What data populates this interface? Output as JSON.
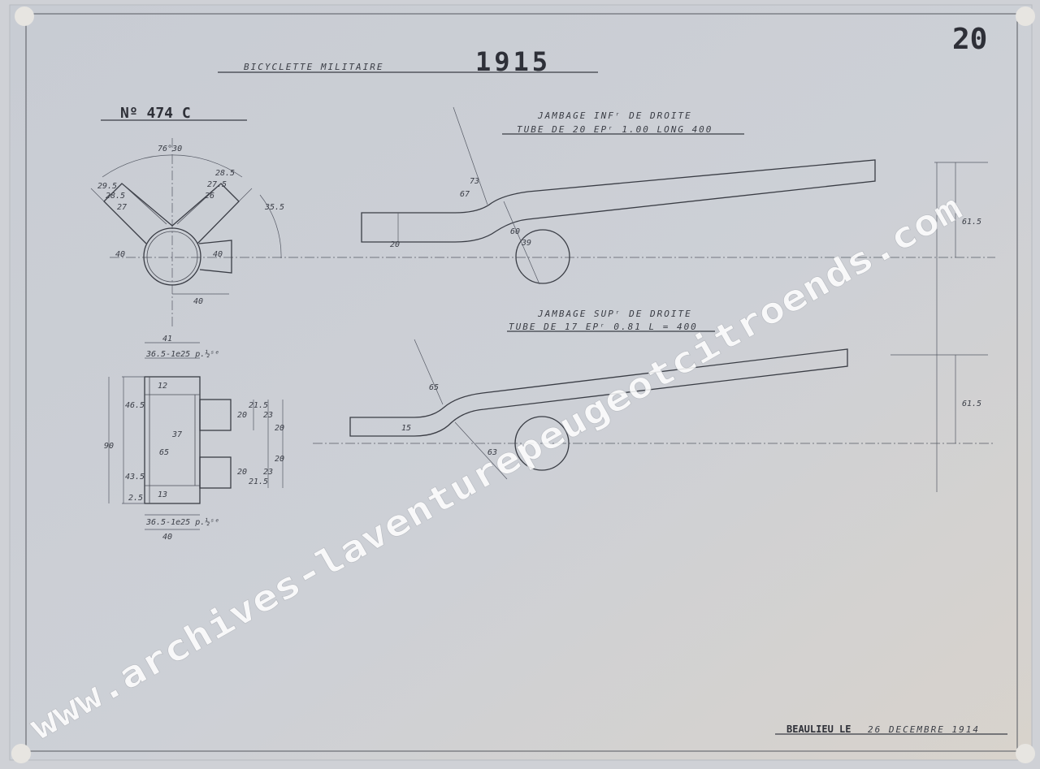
{
  "sheet": {
    "title_prefix": "BICYCLETTE MILITAIRE",
    "year": "1915",
    "part_number": "Nº 474 C",
    "page_number": "20",
    "signature_place": "BEAULIEU LE",
    "signature_date": "26 DECEMBRE 1914",
    "watermark": "www.archives-laventurepeugeotcitroends.com",
    "paper_color": "#ccd0d6",
    "ink_color": "#3a3d45",
    "watermark_color": "#ffffff"
  },
  "view_top_left": {
    "angle_label": "76°30",
    "dims": [
      "29.5",
      "28.5",
      "27",
      "28.5",
      "27.5",
      "26",
      "40",
      "40",
      "40",
      "35.5"
    ]
  },
  "view_bottom_left": {
    "dims": [
      "41",
      "36.5-1e25 p.½ˢᵉ",
      "12",
      "46.5",
      "37",
      "90",
      "65",
      "43.5",
      "2.5",
      "13",
      "36.5-1e25 p.½ˢᵉ",
      "40",
      "20",
      "21.5",
      "23",
      "20",
      "20",
      "20",
      "21.5",
      "23"
    ]
  },
  "upper_tube": {
    "label_line1": "JAMBAGE INFʳ DE DROITE",
    "label_line2": "TUBE DE 20 EPʳ 1.00 LONG 400",
    "dims": [
      "67",
      "73",
      "20",
      "60",
      "39"
    ]
  },
  "lower_tube": {
    "label_line1": "JAMBAGE SUPʳ DE DROITE",
    "label_line2": "TUBE DE 17 EPʳ 0.81 L = 400",
    "dims": [
      "65",
      "15",
      "63"
    ]
  },
  "right_dims": [
    "61.5",
    "61.5"
  ]
}
